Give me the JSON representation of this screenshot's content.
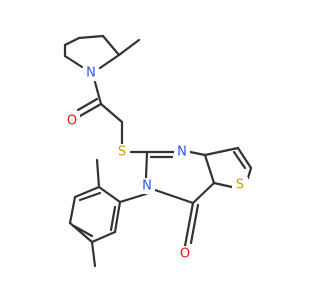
{
  "molecule": {
    "atom_labels": {
      "n_piperidine": "N",
      "o_amide": "O",
      "s_thioether": "S",
      "n_pyrimidine_top": "N",
      "n_pyrimidine_aryl": "N",
      "s_thiophene": "S",
      "o_carbonyl": "O"
    }
  },
  "colors": {
    "bond": "#333333",
    "nitrogen": "#3050F8",
    "oxygen": "#FF0D0D",
    "sulfur": "#C8A000"
  }
}
